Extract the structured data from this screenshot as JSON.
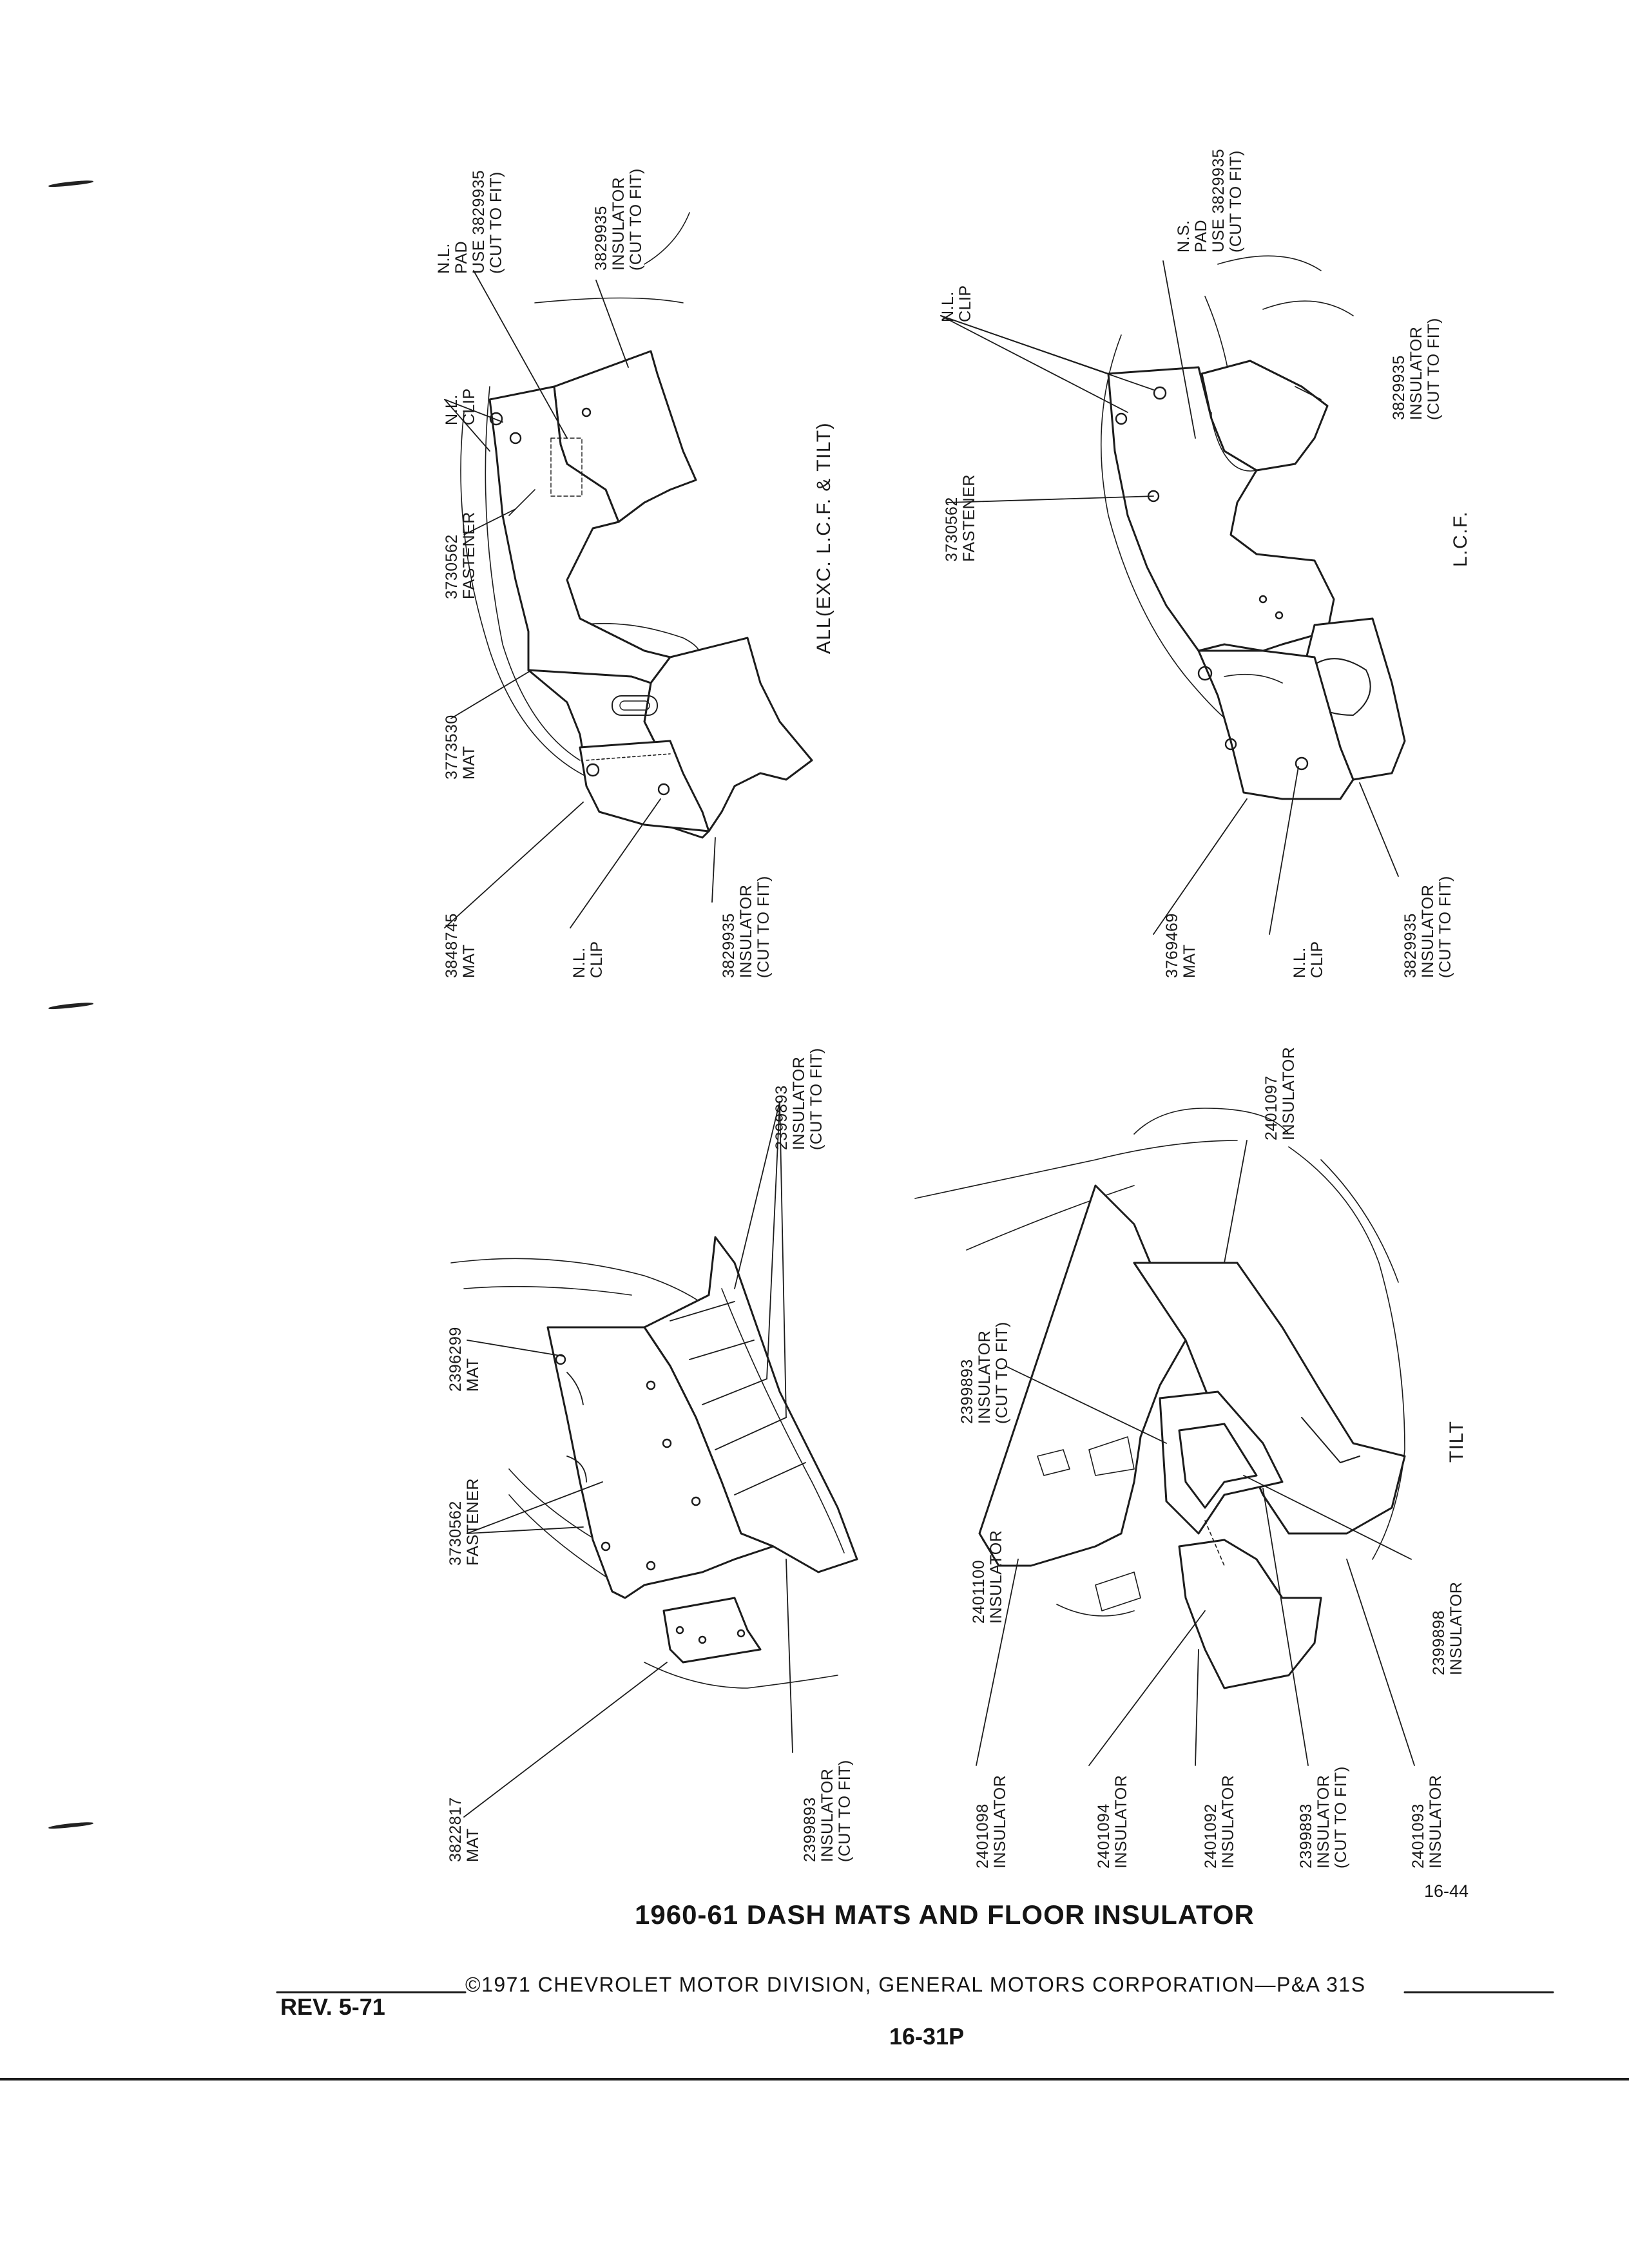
{
  "diagrams": {
    "top_left": {
      "caption": "ALL(EXC. L.C.F. & TILT)",
      "labels": [
        {
          "id": "nl-pad",
          "lines": [
            "N.L.",
            "PAD",
            "USE 3829935",
            "(CUT TO FIT)"
          ]
        },
        {
          "id": "insulator-3829935-top",
          "lines": [
            "3829935",
            "INSULATOR",
            "(CUT TO FIT)"
          ]
        },
        {
          "id": "nl-clip-top",
          "lines": [
            "N.L.",
            "CLIP"
          ]
        },
        {
          "id": "fastener-3730562",
          "lines": [
            "3730562",
            "FASTENER"
          ]
        },
        {
          "id": "mat-3773530",
          "lines": [
            "3773530",
            "MAT"
          ]
        },
        {
          "id": "mat-3848745",
          "lines": [
            "3848745",
            "MAT"
          ]
        },
        {
          "id": "nl-clip-bottom",
          "lines": [
            "N.L.",
            "CLIP"
          ]
        },
        {
          "id": "insulator-3829935-bottom",
          "lines": [
            "3829935",
            "INSULATOR",
            "(CUT TO FIT)"
          ]
        }
      ]
    },
    "top_right": {
      "caption": "L.C.F.",
      "labels": [
        {
          "id": "nl-clip-top",
          "lines": [
            "N.L.",
            "CLIP"
          ]
        },
        {
          "id": "ns-pad",
          "lines": [
            "N.S.",
            "PAD",
            "USE 3829935",
            "(CUT TO FIT)"
          ]
        },
        {
          "id": "insulator-3829935-right",
          "lines": [
            "3829935",
            "INSULATOR",
            "(CUT TO FIT)"
          ]
        },
        {
          "id": "fastener-3730562",
          "lines": [
            "3730562",
            "FASTENER"
          ]
        },
        {
          "id": "mat-3769469",
          "lines": [
            "3769469",
            "MAT"
          ]
        },
        {
          "id": "nl-clip-bottom",
          "lines": [
            "N.L.",
            "CLIP"
          ]
        },
        {
          "id": "insulator-3829935-bottom",
          "lines": [
            "3829935",
            "INSULATOR",
            "(CUT TO FIT)"
          ]
        }
      ]
    },
    "bottom_left": {
      "caption": "",
      "labels": [
        {
          "id": "mat-2396299",
          "lines": [
            "2396299",
            "MAT"
          ]
        },
        {
          "id": "insulator-2399893-top",
          "lines": [
            "2399893",
            "INSULATOR",
            "(CUT TO FIT)"
          ]
        },
        {
          "id": "fastener-3730562",
          "lines": [
            "3730562",
            "FASTENER"
          ]
        },
        {
          "id": "mat-3822817",
          "lines": [
            "3822817",
            "MAT"
          ]
        },
        {
          "id": "insulator-2399893-bottom",
          "lines": [
            "2399893",
            "INSULATOR",
            "(CUT TO FIT)"
          ]
        }
      ]
    },
    "bottom_right": {
      "caption": "TILT",
      "labels": [
        {
          "id": "insulator-2401097",
          "lines": [
            "2401097",
            "INSULATOR"
          ]
        },
        {
          "id": "insulator-2399893-top",
          "lines": [
            "2399893",
            "INSULATOR",
            "(CUT TO FIT)"
          ]
        },
        {
          "id": "insulator-2401100",
          "lines": [
            "2401100",
            "INSULATOR"
          ]
        },
        {
          "id": "insulator-2399898",
          "lines": [
            "2399898",
            "INSULATOR"
          ]
        },
        {
          "id": "insulator-2401098",
          "lines": [
            "2401098",
            "INSULATOR"
          ]
        },
        {
          "id": "insulator-2401094",
          "lines": [
            "2401094",
            "INSULATOR"
          ]
        },
        {
          "id": "insulator-2401092",
          "lines": [
            "2401092",
            "INSULATOR"
          ]
        },
        {
          "id": "insulator-2399893-bottom",
          "lines": [
            "2399893",
            "INSULATOR",
            "(CUT TO FIT)"
          ]
        },
        {
          "id": "insulator-2401093",
          "lines": [
            "2401093",
            "INSULATOR"
          ]
        }
      ]
    }
  },
  "footer": {
    "page_ref": "16-44",
    "title": "1960-61 DASH MATS AND FLOOR INSULATOR",
    "copyright": "©1971 CHEVROLET MOTOR DIVISION, GENERAL MOTORS CORPORATION—P&A 31S",
    "revision": "REV. 5-71",
    "page_number": "16-31P"
  }
}
